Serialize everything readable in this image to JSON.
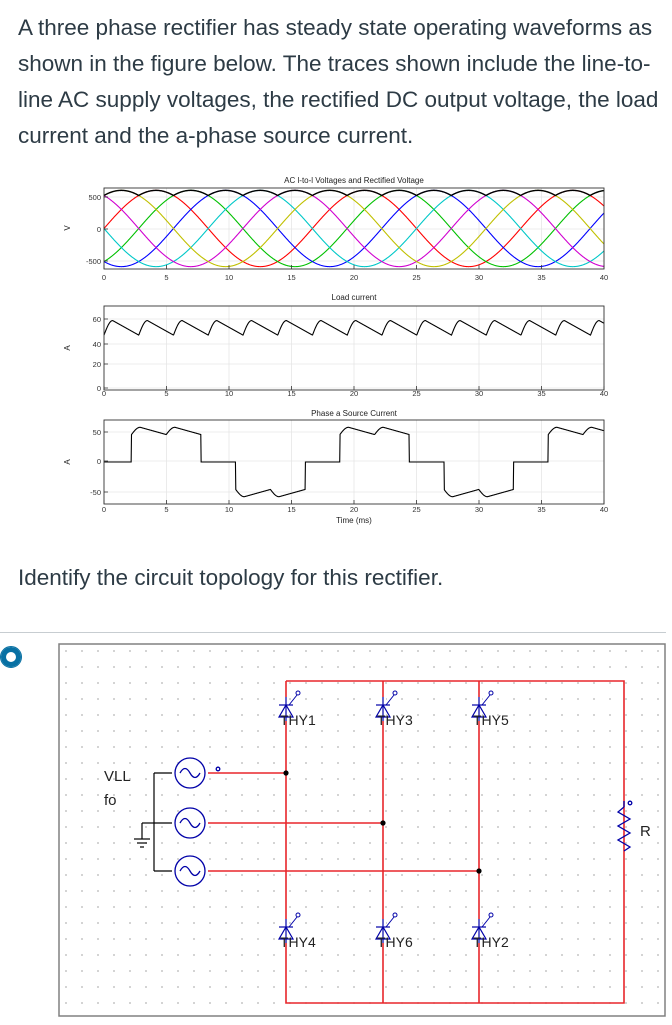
{
  "question": {
    "prompt": "A three phase rectifier has steady state operating waveforms as shown in the figure below. The traces shown include the line-to-line AC supply voltages, the rectified DC output voltage, the load current and the a-phase source current.",
    "identify": "Identify the circuit topology for this rectifier."
  },
  "colors": {
    "text": "#2d3b45",
    "accent": "#0770a3",
    "wire_red": "#e8262b",
    "phase_colors": [
      "#ff0000",
      "#00c000",
      "#0000ff",
      "#00c8c8",
      "#d000d0",
      "#c0c000"
    ]
  },
  "chart_data": [
    {
      "type": "line",
      "title": "AC l-to-l Voltages and Rectified Voltage",
      "xlabel": "",
      "ylabel": "V",
      "xlim": [
        0,
        40
      ],
      "ylim": [
        -600,
        600
      ],
      "xticks": [
        "0",
        "5",
        "10",
        "15",
        "20",
        "25",
        "30",
        "35",
        "40"
      ],
      "yticks": [
        "500",
        "0",
        "-500"
      ],
      "grid": true,
      "series": [
        {
          "kind": "line_to_line_sines",
          "amplitude": 565,
          "frequency_hz": 60,
          "count": 6
        },
        {
          "kind": "rectified_envelope",
          "max": 565,
          "min": 489
        }
      ]
    },
    {
      "type": "line",
      "title": "Load current",
      "xlabel": "",
      "ylabel": "A",
      "xlim": [
        0,
        40
      ],
      "ylim": [
        0,
        75
      ],
      "xticks": [
        "0",
        "5",
        "10",
        "15",
        "20",
        "25",
        "30",
        "35",
        "40"
      ],
      "yticks": [
        "60",
        "40",
        "20",
        "0"
      ],
      "grid": true,
      "series": [
        {
          "kind": "sawtooth",
          "high": 62,
          "low": 49,
          "period_ms": 2.78
        }
      ]
    },
    {
      "type": "line",
      "title": "Phase a Source Current",
      "xlabel": "Time (ms)",
      "ylabel": "A",
      "xlim": [
        0,
        40
      ],
      "ylim": [
        -75,
        75
      ],
      "xticks": [
        "0",
        "5",
        "10",
        "15",
        "20",
        "25",
        "30",
        "35",
        "40"
      ],
      "yticks": [
        "50",
        "0",
        "-50"
      ],
      "grid": true,
      "series": [
        {
          "kind": "six_pulse_phase_current",
          "high": 62,
          "low": 49,
          "period_ms": 16.67,
          "start_ms": 2.2
        }
      ]
    }
  ],
  "schematic": {
    "source_labels": [
      "VLL",
      "fo"
    ],
    "thyristors_top": [
      "THY1",
      "THY3",
      "THY5"
    ],
    "thyristors_bottom": [
      "THY4",
      "THY6",
      "THY2"
    ],
    "load_label": "R"
  }
}
